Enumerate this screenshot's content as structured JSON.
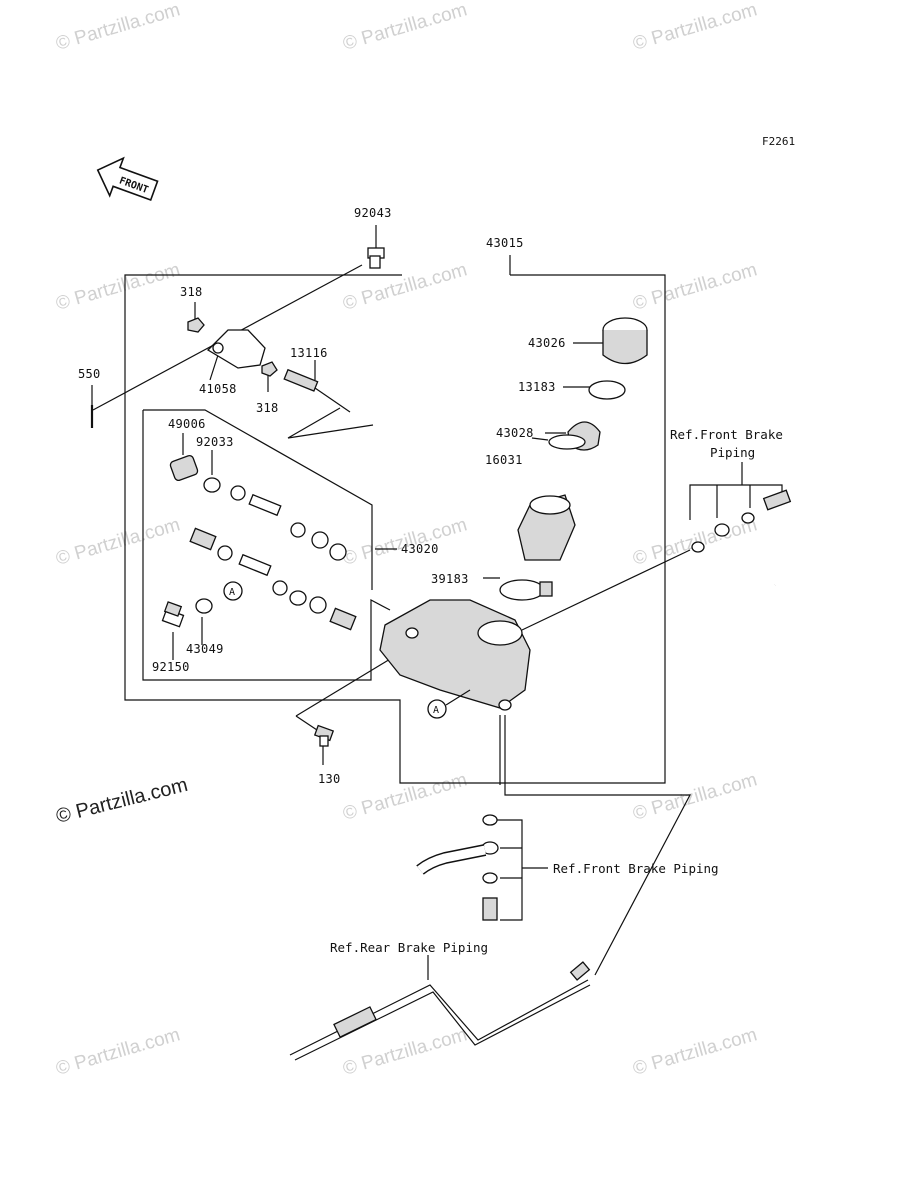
{
  "figure_code": "F2261",
  "watermark": "© Partzilla.com",
  "watermark_main": "© Partzilla.com",
  "front_label": "FRONT",
  "callout_letter": "A",
  "part_labels": {
    "p92043": "92043",
    "p43015": "43015",
    "p318a": "318",
    "p318b": "318",
    "p550": "550",
    "p41058": "41058",
    "p13116": "13116",
    "p43026": "43026",
    "p13183": "13183",
    "p43028": "43028",
    "p16031": "16031",
    "p49006": "49006",
    "p92033": "92033",
    "p43020": "43020",
    "p39183": "39183",
    "p43049": "43049",
    "p92150": "92150",
    "p130": "130"
  },
  "references": {
    "front_brake_upper_line1": "Ref.Front Brake",
    "front_brake_upper_line2": "Piping",
    "front_brake_lower": "Ref.Front Brake Piping",
    "rear_brake": "Ref.Rear Brake Piping"
  }
}
